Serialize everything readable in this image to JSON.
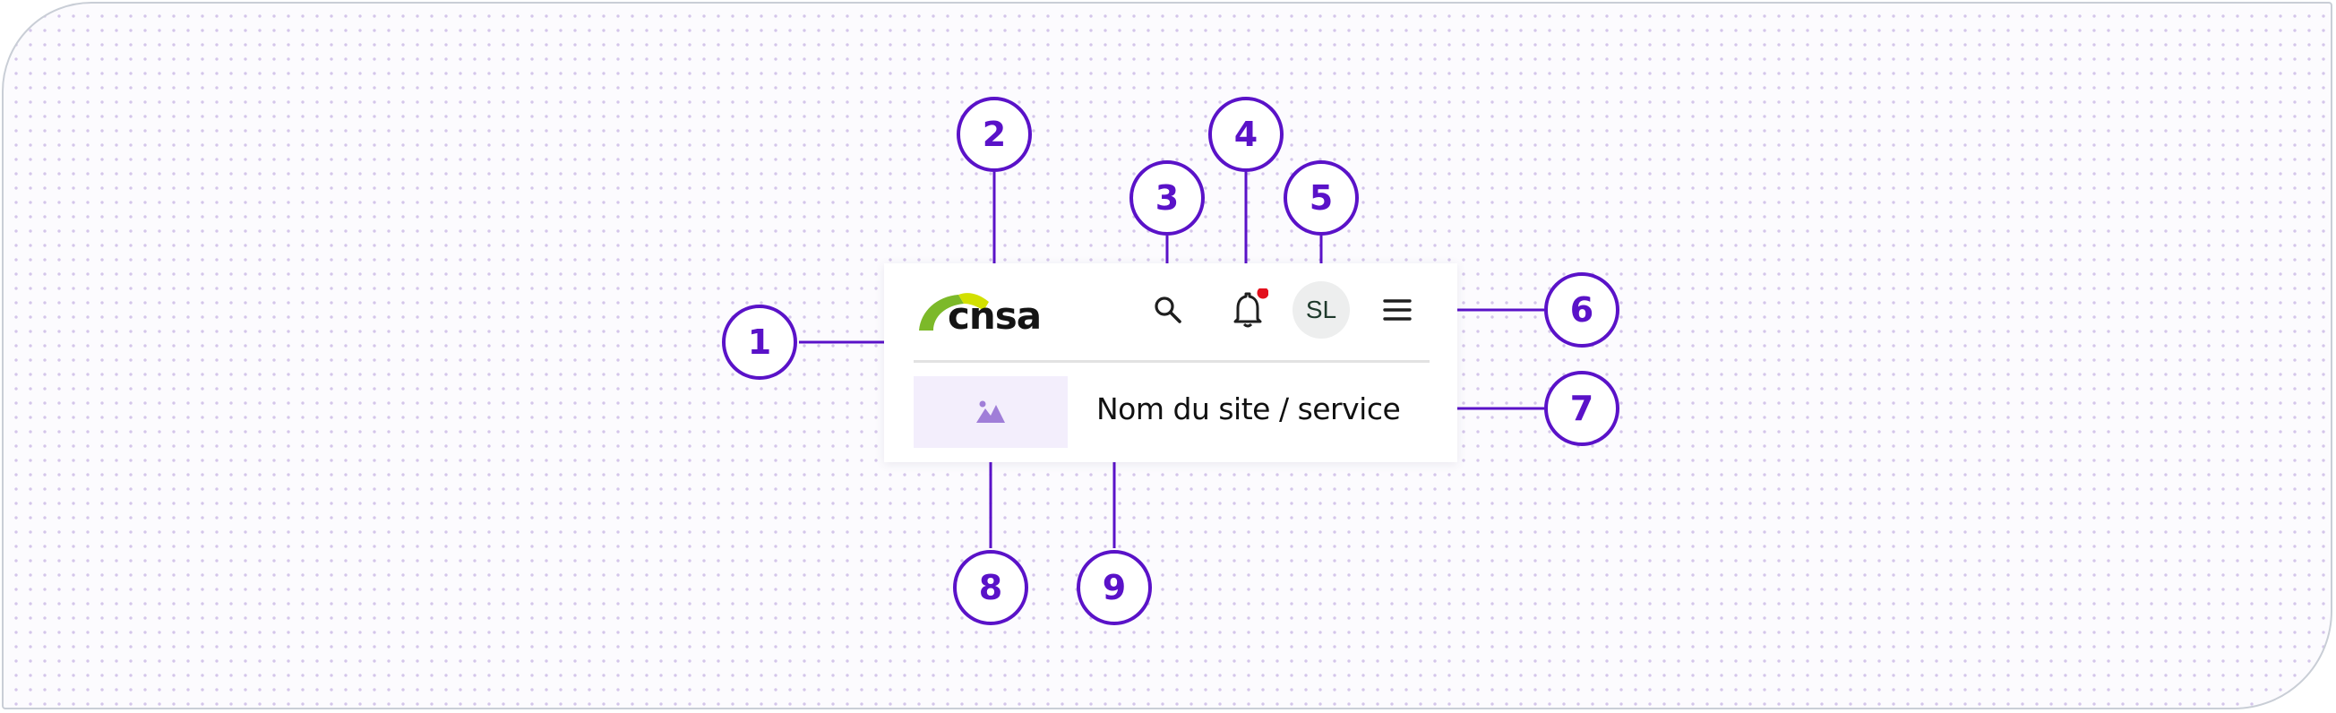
{
  "header": {
    "logo_text": "cnsa",
    "avatar_initials": "SL",
    "site_name": "Nom du site / service"
  },
  "callouts": [
    "1",
    "2",
    "3",
    "4",
    "5",
    "6",
    "7",
    "8",
    "9"
  ],
  "colors": {
    "callout": "#5a12c8",
    "notification_dot": "#e3101d",
    "logo_green": "#7cb929",
    "logo_yellow": "#d2e000",
    "placeholder_bg": "#f3eefc",
    "placeholder_icon": "#a07ed8"
  },
  "icons": [
    "search-icon",
    "bell-icon",
    "menu-icon",
    "image-placeholder-icon"
  ]
}
